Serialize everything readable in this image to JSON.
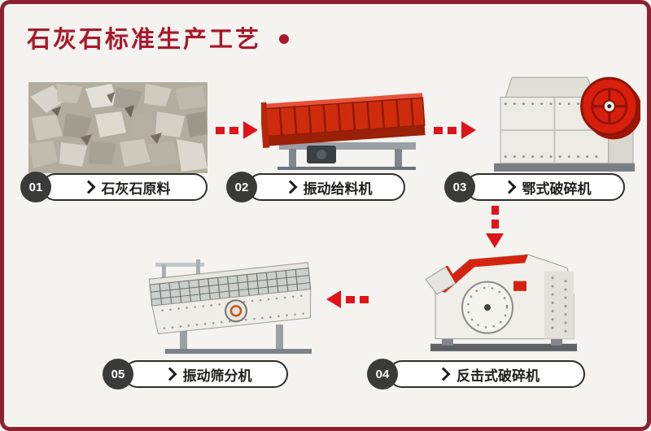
{
  "page": {
    "title": "石灰石标准生产工艺",
    "background_color": "#f4f3f0",
    "frame_color": "#8c212e",
    "title_color": "#a8192b",
    "arrow_color": "#e0131a"
  },
  "steps": [
    {
      "number": "01",
      "label": "石灰石原料",
      "image": "limestone-raw-material-photo"
    },
    {
      "number": "02",
      "label": "振动给料机",
      "image": "vibrating-feeder-machine"
    },
    {
      "number": "03",
      "label": "鄂式破碎机",
      "image": "jaw-crusher-machine"
    },
    {
      "number": "04",
      "label": "反击式破碎机",
      "image": "impact-crusher-machine"
    },
    {
      "number": "05",
      "label": "振动筛分机",
      "image": "vibrating-screen-machine"
    }
  ],
  "flow": [
    {
      "from": "01",
      "to": "02",
      "direction": "right"
    },
    {
      "from": "02",
      "to": "03",
      "direction": "right"
    },
    {
      "from": "03",
      "to": "04",
      "direction": "down"
    },
    {
      "from": "04",
      "to": "05",
      "direction": "left"
    }
  ]
}
